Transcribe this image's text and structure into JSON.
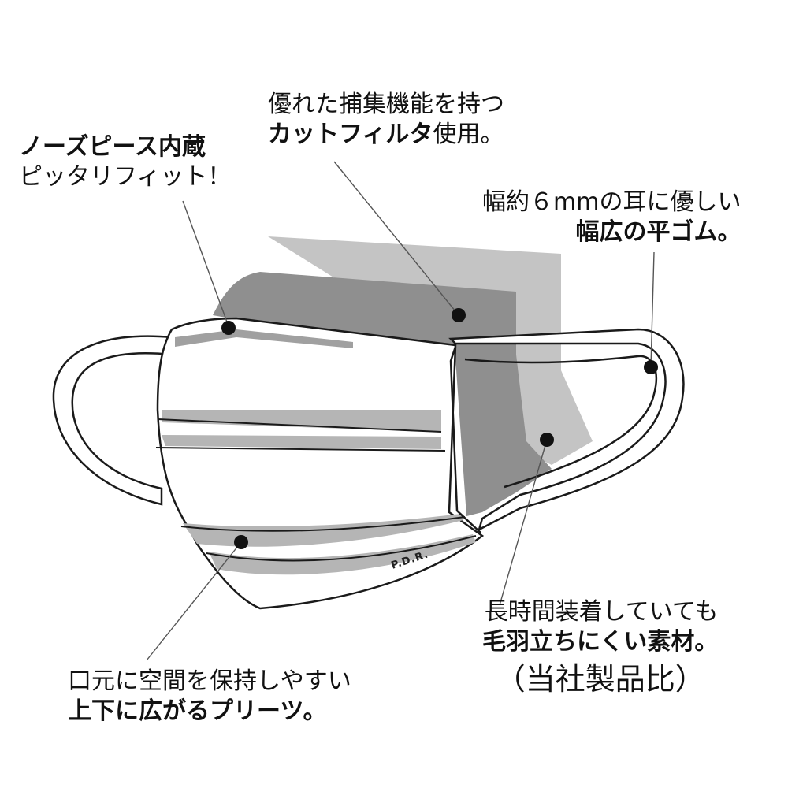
{
  "callouts": {
    "nose_piece": {
      "line1": "ノーズピース内蔵",
      "line2": "ピッタリフィット！"
    },
    "filter": {
      "line1": "優れた捕集機能を持つ",
      "line2_bold": "カットフィルタ",
      "line2_normal": "使用。"
    },
    "ear_loop": {
      "line1": "幅約６mmの耳に優しい",
      "line2": "幅広の平ゴム。"
    },
    "material": {
      "line1": "長時間装着していても",
      "line2": "毛羽立ちにくい素材。",
      "line3": "（当社製品比）"
    },
    "pleats": {
      "line1": "口元に空間を保持しやすい",
      "line2": "上下に広がるプリーツ。"
    }
  },
  "mask": {
    "brand_print": "P.D.R."
  },
  "colors": {
    "outline": "#1a1a1a",
    "back_layer": "#c4c4c4",
    "middle_layer": "#8f8f8f",
    "front_layer": "#ffffff",
    "pleat_shadow": "#b5b5b5",
    "dot": "#111111"
  }
}
